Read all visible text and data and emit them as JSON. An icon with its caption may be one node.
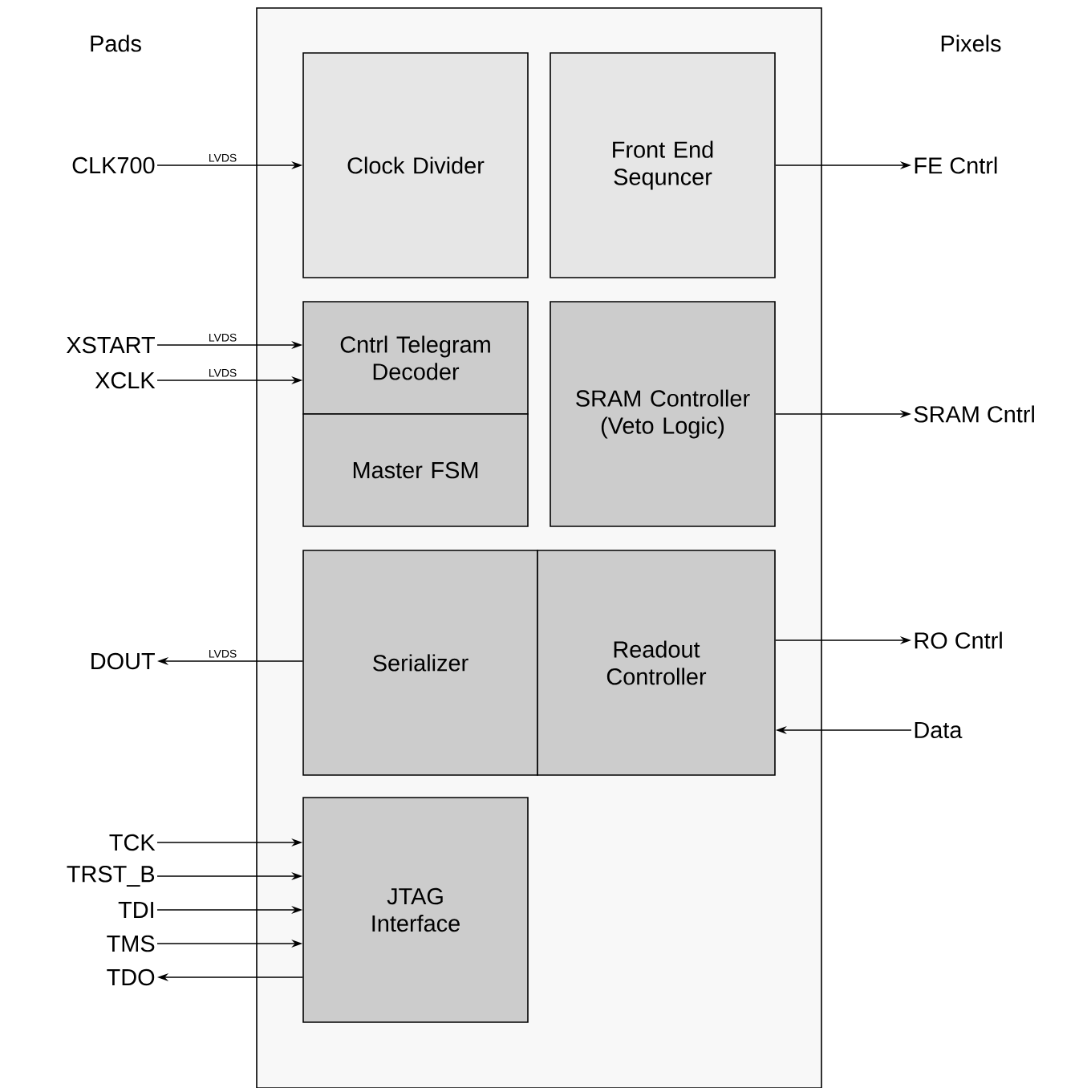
{
  "diagram": {
    "nodes": [
      {
        "text": [],
        "shape": "box"
      },
      {
        "text": [
          "Clock Divider"
        ],
        "in": 0
      },
      {
        "text": [
          "Front End Sequncer"
        ],
        "in": 0
      },
      {
        "text": [
          "Cntrl Telegram Decoder"
        ],
        "in": 0
      },
      {
        "text": [
          "Master FSM"
        ],
        "in": 0
      },
      {
        "text": [
          "SRAM Controller (Veto Logic)"
        ],
        "in": 0
      },
      {
        "text": [
          "Serializer"
        ],
        "in": 0
      },
      {
        "text": [
          "Readout Controller"
        ],
        "in": 0
      },
      {
        "text": [
          "JTAG Interface"
        ],
        "in": 0
      },
      {
        "text": [
          "CLK700"
        ]
      },
      {
        "text": [
          "XSTART"
        ]
      },
      {
        "text": [
          "XCLK"
        ]
      },
      {
        "text": [
          "DOUT"
        ]
      },
      {
        "text": [
          "TCK"
        ]
      },
      {
        "text": [
          "TRST_B"
        ]
      },
      {
        "text": [
          "TDI"
        ]
      },
      {
        "text": [
          "TMS"
        ]
      },
      {
        "text": [
          "TDO"
        ]
      },
      {
        "text": [
          "FE Cntrl"
        ]
      },
      {
        "text": [
          "SRAM Cntrl"
        ]
      },
      {
        "text": [
          "RO Cntrl"
        ]
      },
      {
        "text": [
          "Data"
        ]
      }
    ],
    "edges": [
      {
        "from": 9,
        "to": 1,
        "arrow": "to",
        "label": "LVDS"
      },
      {
        "from": 10,
        "to": 3,
        "arrow": "to",
        "label": "LVDS"
      },
      {
        "from": 11,
        "to": 3,
        "arrow": "to",
        "label": "LVDS"
      },
      {
        "from": 6,
        "to": 12,
        "arrow": "to",
        "label": "LVDS"
      },
      {
        "from": 13,
        "to": 8,
        "arrow": "to"
      },
      {
        "from": 14,
        "to": 8,
        "arrow": "to"
      },
      {
        "from": 15,
        "to": 8,
        "arrow": "to"
      },
      {
        "from": 16,
        "to": 8,
        "arrow": "to"
      },
      {
        "from": 8,
        "to": 17,
        "arrow": "to"
      },
      {
        "from": 2,
        "to": 18,
        "arrow": "to"
      },
      {
        "from": 5,
        "to": 19,
        "arrow": "to"
      },
      {
        "from": 7,
        "to": 20,
        "arrow": "to"
      },
      {
        "from": 21,
        "to": 7,
        "arrow": "to"
      }
    ],
    "labels": [
      "Pads",
      "Pixels"
    ]
  }
}
